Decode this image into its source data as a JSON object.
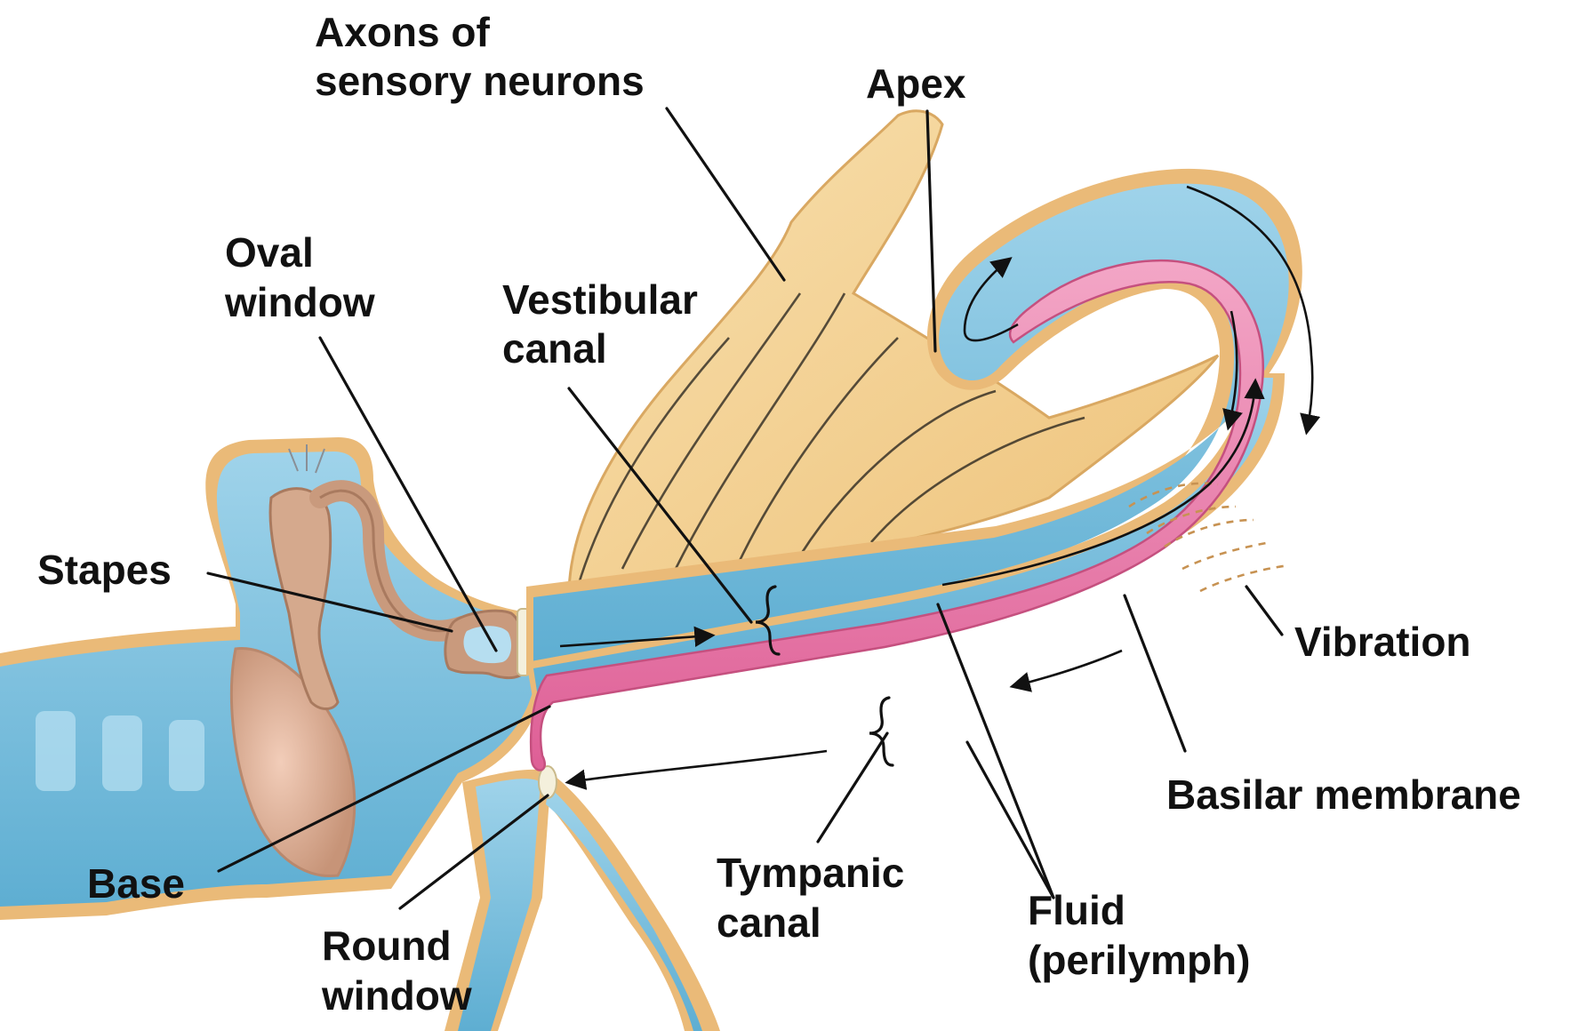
{
  "labels": {
    "axons_line1": "Axons of",
    "axons_line2": "sensory neurons",
    "apex": "Apex",
    "oval_line1": "Oval",
    "oval_line2": "window",
    "vestibular_line1": "Vestibular",
    "vestibular_line2": "canal",
    "stapes": "Stapes",
    "vibration": "Vibration",
    "basilar": "Basilar membrane",
    "base": "Base",
    "tympanic_line1": "Tympanic",
    "tympanic_line2": "canal",
    "fluid_line1": "Fluid",
    "fluid_line2": "(perilymph)",
    "round_line1": "Round",
    "round_line2": "window"
  },
  "colors": {
    "fluid_blue": "#7cc3e0",
    "fluid_blue_light": "#b6def0",
    "wall_tan": "#e7b974",
    "wall_tan_light": "#f6dca8",
    "nerve_yellow": "#f6d79a",
    "basilar_pink": "#e978a8",
    "stapes_brown": "#c99a7d",
    "label_black": "#111111"
  }
}
